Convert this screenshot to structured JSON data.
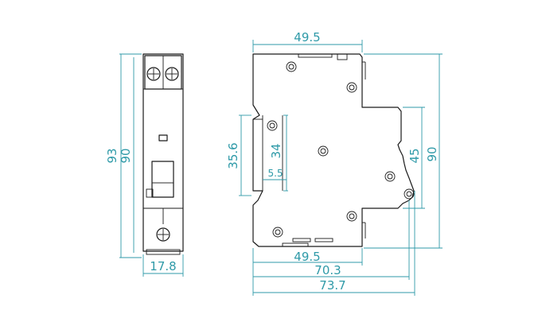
{
  "colors": {
    "dimension": "#2f9aa8",
    "outline": "#1a1a1a"
  },
  "front_view": {
    "height_overall": "93",
    "height_body": "90",
    "width": "17.8"
  },
  "side_view": {
    "top_width": "49.5",
    "bottom_width": "49.5",
    "depth_70": "70.3",
    "depth_73": "73.7",
    "rail_height": "35.6",
    "rail_inner": "34",
    "clip_offset": "5.5",
    "face_height": "45",
    "body_height": "90"
  }
}
